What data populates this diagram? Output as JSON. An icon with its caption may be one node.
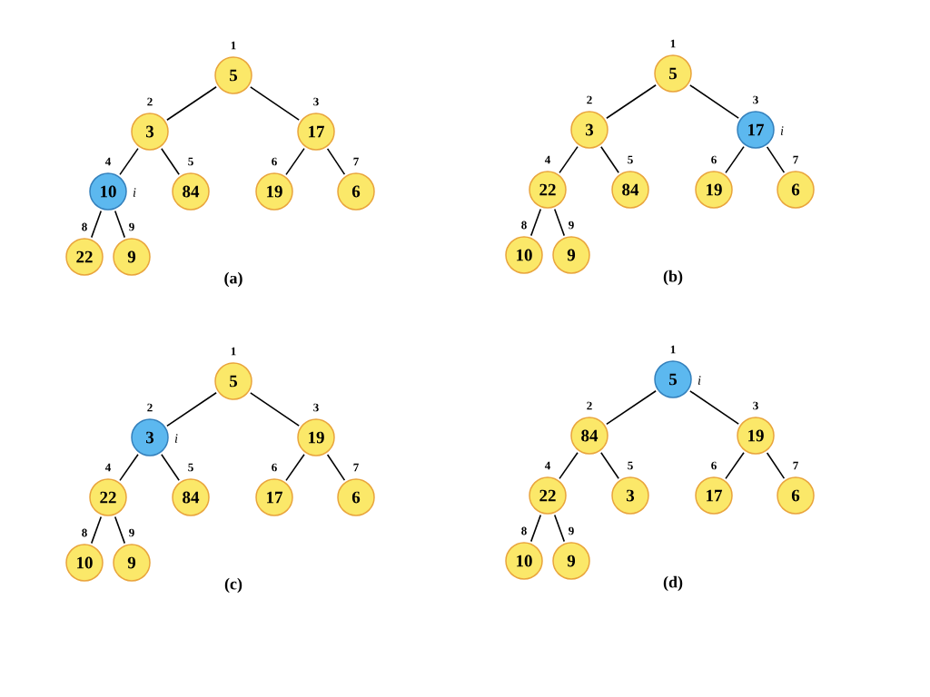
{
  "diagram": {
    "nodes": [
      {
        "text": [
          "5"
        ],
        "beside": [
          "1"
        ]
      },
      {
        "text": [
          "3"
        ],
        "beside": [
          "2"
        ]
      },
      {
        "text": [
          "17"
        ],
        "beside": [
          "3"
        ]
      },
      {
        "text": [
          "10"
        ],
        "beside": [
          "4",
          "i"
        ]
      },
      {
        "text": [
          "84"
        ],
        "beside": [
          "5"
        ]
      },
      {
        "text": [
          "19"
        ],
        "beside": [
          "6"
        ]
      },
      {
        "text": [
          "6"
        ],
        "beside": [
          "7"
        ]
      },
      {
        "text": [
          "22"
        ],
        "beside": [
          "8"
        ]
      },
      {
        "text": [
          "9"
        ],
        "beside": [
          "9"
        ]
      },
      {
        "text": [
          "5"
        ],
        "beside": [
          "1"
        ]
      },
      {
        "text": [
          "3"
        ],
        "beside": [
          "2"
        ]
      },
      {
        "text": [
          "17"
        ],
        "beside": [
          "3",
          "i"
        ]
      },
      {
        "text": [
          "22"
        ],
        "beside": [
          "4"
        ]
      },
      {
        "text": [
          "84"
        ],
        "beside": [
          "5"
        ]
      },
      {
        "text": [
          "19"
        ],
        "beside": [
          "6"
        ]
      },
      {
        "text": [
          "6"
        ],
        "beside": [
          "7"
        ]
      },
      {
        "text": [
          "10"
        ],
        "beside": [
          "8"
        ]
      },
      {
        "text": [
          "9"
        ],
        "beside": [
          "9"
        ]
      },
      {
        "text": [
          "5"
        ],
        "beside": [
          "1"
        ]
      },
      {
        "text": [
          "3"
        ],
        "beside": [
          "2",
          "i"
        ]
      },
      {
        "text": [
          "19"
        ],
        "beside": [
          "3"
        ]
      },
      {
        "text": [
          "22"
        ],
        "beside": [
          "4"
        ]
      },
      {
        "text": [
          "84"
        ],
        "beside": [
          "5"
        ]
      },
      {
        "text": [
          "17"
        ],
        "beside": [
          "6"
        ]
      },
      {
        "text": [
          "6"
        ],
        "beside": [
          "7"
        ]
      },
      {
        "text": [
          "10"
        ],
        "beside": [
          "8"
        ]
      },
      {
        "text": [
          "9"
        ],
        "beside": [
          "9"
        ]
      },
      {
        "text": [
          "5"
        ],
        "beside": [
          "1",
          "i"
        ]
      },
      {
        "text": [
          "84"
        ],
        "beside": [
          "2"
        ]
      },
      {
        "text": [
          "19"
        ],
        "beside": [
          "3"
        ]
      },
      {
        "text": [
          "22"
        ],
        "beside": [
          "4"
        ]
      },
      {
        "text": [
          "3"
        ],
        "beside": [
          "5"
        ]
      },
      {
        "text": [
          "17"
        ],
        "beside": [
          "6"
        ]
      },
      {
        "text": [
          "6"
        ],
        "beside": [
          "7"
        ]
      },
      {
        "text": [
          "10"
        ],
        "beside": [
          "8"
        ]
      },
      {
        "text": [
          "9"
        ],
        "beside": [
          "9"
        ]
      }
    ],
    "edges": [
      {
        "from": 0,
        "to": 1,
        "arrow": "none"
      },
      {
        "from": 0,
        "to": 2,
        "arrow": "none"
      },
      {
        "from": 1,
        "to": 3,
        "arrow": "none"
      },
      {
        "from": 1,
        "to": 4,
        "arrow": "none"
      },
      {
        "from": 2,
        "to": 5,
        "arrow": "none"
      },
      {
        "from": 2,
        "to": 6,
        "arrow": "none"
      },
      {
        "from": 3,
        "to": 7,
        "arrow": "none"
      },
      {
        "from": 3,
        "to": 8,
        "arrow": "none"
      },
      {
        "from": 9,
        "to": 10,
        "arrow": "none"
      },
      {
        "from": 9,
        "to": 11,
        "arrow": "none"
      },
      {
        "from": 10,
        "to": 12,
        "arrow": "none"
      },
      {
        "from": 10,
        "to": 13,
        "arrow": "none"
      },
      {
        "from": 11,
        "to": 14,
        "arrow": "none"
      },
      {
        "from": 11,
        "to": 15,
        "arrow": "none"
      },
      {
        "from": 12,
        "to": 16,
        "arrow": "none"
      },
      {
        "from": 12,
        "to": 17,
        "arrow": "none"
      },
      {
        "from": 18,
        "to": 19,
        "arrow": "none"
      },
      {
        "from": 18,
        "to": 20,
        "arrow": "none"
      },
      {
        "from": 19,
        "to": 21,
        "arrow": "none"
      },
      {
        "from": 19,
        "to": 22,
        "arrow": "none"
      },
      {
        "from": 20,
        "to": 23,
        "arrow": "none"
      },
      {
        "from": 20,
        "to": 24,
        "arrow": "none"
      },
      {
        "from": 21,
        "to": 25,
        "arrow": "none"
      },
      {
        "from": 21,
        "to": 26,
        "arrow": "none"
      },
      {
        "from": 27,
        "to": 28,
        "arrow": "none"
      },
      {
        "from": 27,
        "to": 29,
        "arrow": "none"
      },
      {
        "from": 28,
        "to": 30,
        "arrow": "none"
      },
      {
        "from": 28,
        "to": 31,
        "arrow": "none"
      },
      {
        "from": 29,
        "to": 32,
        "arrow": "none"
      },
      {
        "from": 29,
        "to": 33,
        "arrow": "none"
      },
      {
        "from": 30,
        "to": 34,
        "arrow": "none"
      },
      {
        "from": 30,
        "to": 35,
        "arrow": "none"
      }
    ],
    "labels": [
      "(a)",
      "(b)",
      "(c)",
      "(d)"
    ]
  }
}
